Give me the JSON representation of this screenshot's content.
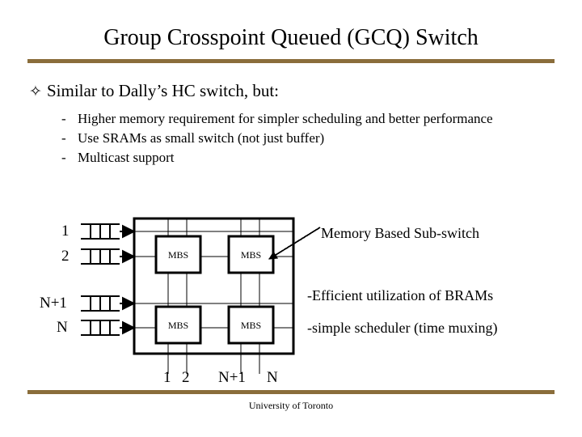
{
  "slide": {
    "title": "Group Crosspoint Queued (GCQ) Switch",
    "rule_color": "#8a6d3b",
    "footer": "University of Toronto"
  },
  "body": {
    "bullet_glyph": "✧",
    "bullet_text": "Similar to Dally’s HC switch, but:",
    "sub_bullets": [
      {
        "dash": "-",
        "text": "Higher memory requirement for simpler scheduling and better performance"
      },
      {
        "dash": "-",
        "text": "Use SRAMs as small switch (not just buffer)"
      },
      {
        "dash": "-",
        "text": "Multicast support"
      }
    ]
  },
  "diagram": {
    "input_labels": [
      "1",
      "2",
      "N+1",
      "N"
    ],
    "output_labels": [
      "1",
      "2",
      "N+1",
      "N"
    ],
    "blocks": [
      "MBS",
      "MBS",
      "MBS",
      "MBS"
    ],
    "block_label": "MBS",
    "queue_cells": 3
  },
  "annotations": {
    "callout": "Memory Based Sub-switch",
    "note_1": "-Efficient utilization of BRAMs",
    "note_2": "-simple scheduler (time muxing)"
  }
}
